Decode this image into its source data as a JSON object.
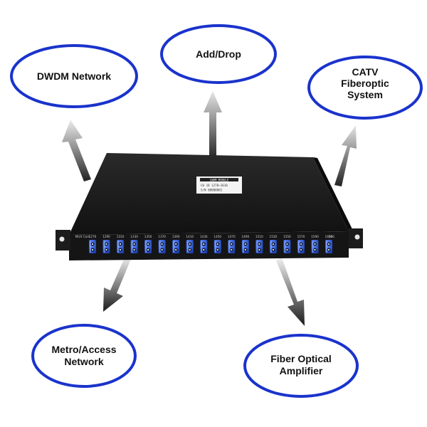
{
  "colors": {
    "bubble_stroke": "#1a33cc",
    "arrow_dark": "#1a1a1a",
    "arrow_light": "#d0d0d0",
    "chassis": "#1b1b1b",
    "port_blue": "#2456d6"
  },
  "applications": [
    {
      "id": "dwdm",
      "lines": [
        "DWDM Network"
      ]
    },
    {
      "id": "adddrop",
      "lines": [
        "Add/Drop"
      ]
    },
    {
      "id": "catv",
      "lines": [
        "CATV",
        "Fiberoptic",
        "System"
      ]
    },
    {
      "id": "metro",
      "lines": [
        "Metro/Access",
        "Network"
      ]
    },
    {
      "id": "amplifier",
      "lines": [
        "Fiber Optical",
        "Amplifier"
      ]
    }
  ],
  "device": {
    "label_lines": [
      "CWDM MODULE",
      "CH 18 1270~1610",
      "S/N 00000001"
    ],
    "port_labels": [
      "MUX Com",
      "1270",
      "1290",
      "1310",
      "1330",
      "1350",
      "1370",
      "1390",
      "1410",
      "1430",
      "1450",
      "1470",
      "1490",
      "1510",
      "1530",
      "1550",
      "1570",
      "1590",
      "1610",
      "UPG"
    ],
    "port_count": 18,
    "port_color": "blue"
  }
}
